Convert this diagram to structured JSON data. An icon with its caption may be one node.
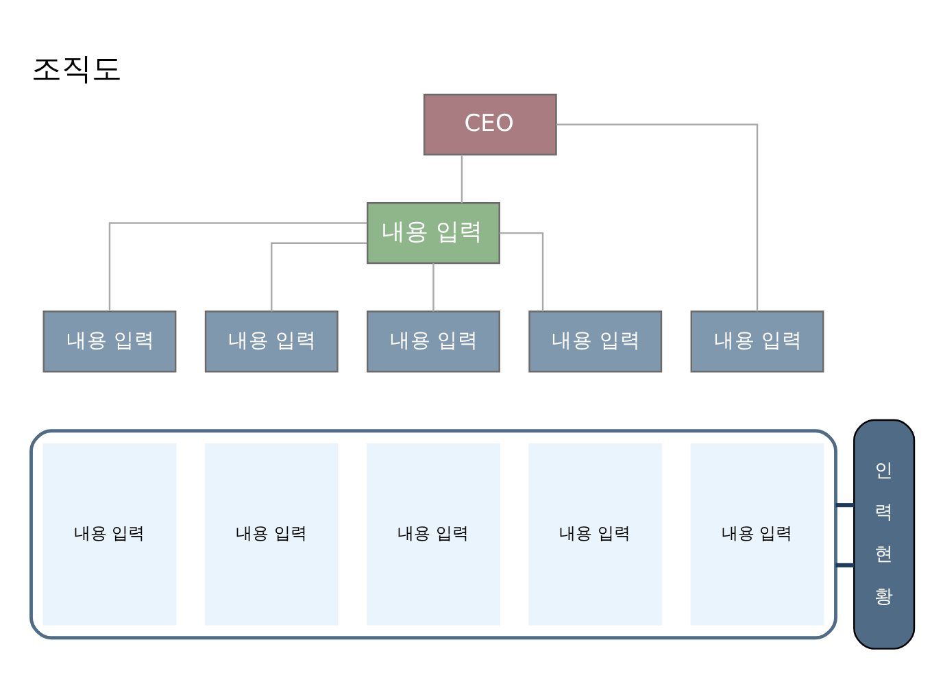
{
  "diagram": {
    "title": "조직도",
    "nodes": [
      {
        "text": [
          "CEO"
        ]
      },
      {
        "text": [
          "내용 입력"
        ]
      },
      {
        "text": [
          "내용 입력"
        ]
      },
      {
        "text": [
          "내용 입력"
        ]
      },
      {
        "text": [
          "내용 입력"
        ]
      },
      {
        "text": [
          "내용 입력"
        ]
      },
      {
        "text": [
          "내용 입력"
        ]
      },
      {
        "text": [],
        "shape": "box"
      },
      {
        "text": [
          "내용 입력"
        ],
        "in": 7
      },
      {
        "text": [
          "내용 입력"
        ],
        "in": 7
      },
      {
        "text": [
          "내용 입력"
        ],
        "in": 7
      },
      {
        "text": [
          "내용 입력"
        ],
        "in": 7
      },
      {
        "text": [
          "내용 입력"
        ],
        "in": 7
      },
      {
        "text": [
          "인력현황"
        ]
      }
    ],
    "edges": [
      {
        "from": 0,
        "to": 1,
        "arrow": "none"
      },
      {
        "from": 0,
        "to": 2,
        "arrow": "none"
      },
      {
        "from": 1,
        "to": 3,
        "arrow": "none"
      },
      {
        "from": 1,
        "to": 4,
        "arrow": "none"
      },
      {
        "from": 1,
        "to": 5,
        "arrow": "none"
      },
      {
        "from": 1,
        "to": 6,
        "arrow": "none"
      },
      {
        "from": 13,
        "to": 7,
        "arrow": "none",
        "style": "thick",
        "color": "#1f3a5a"
      },
      {
        "from": 13,
        "to": 7,
        "arrow": "none",
        "style": "thick",
        "color": "#1f3a5a"
      }
    ]
  }
}
